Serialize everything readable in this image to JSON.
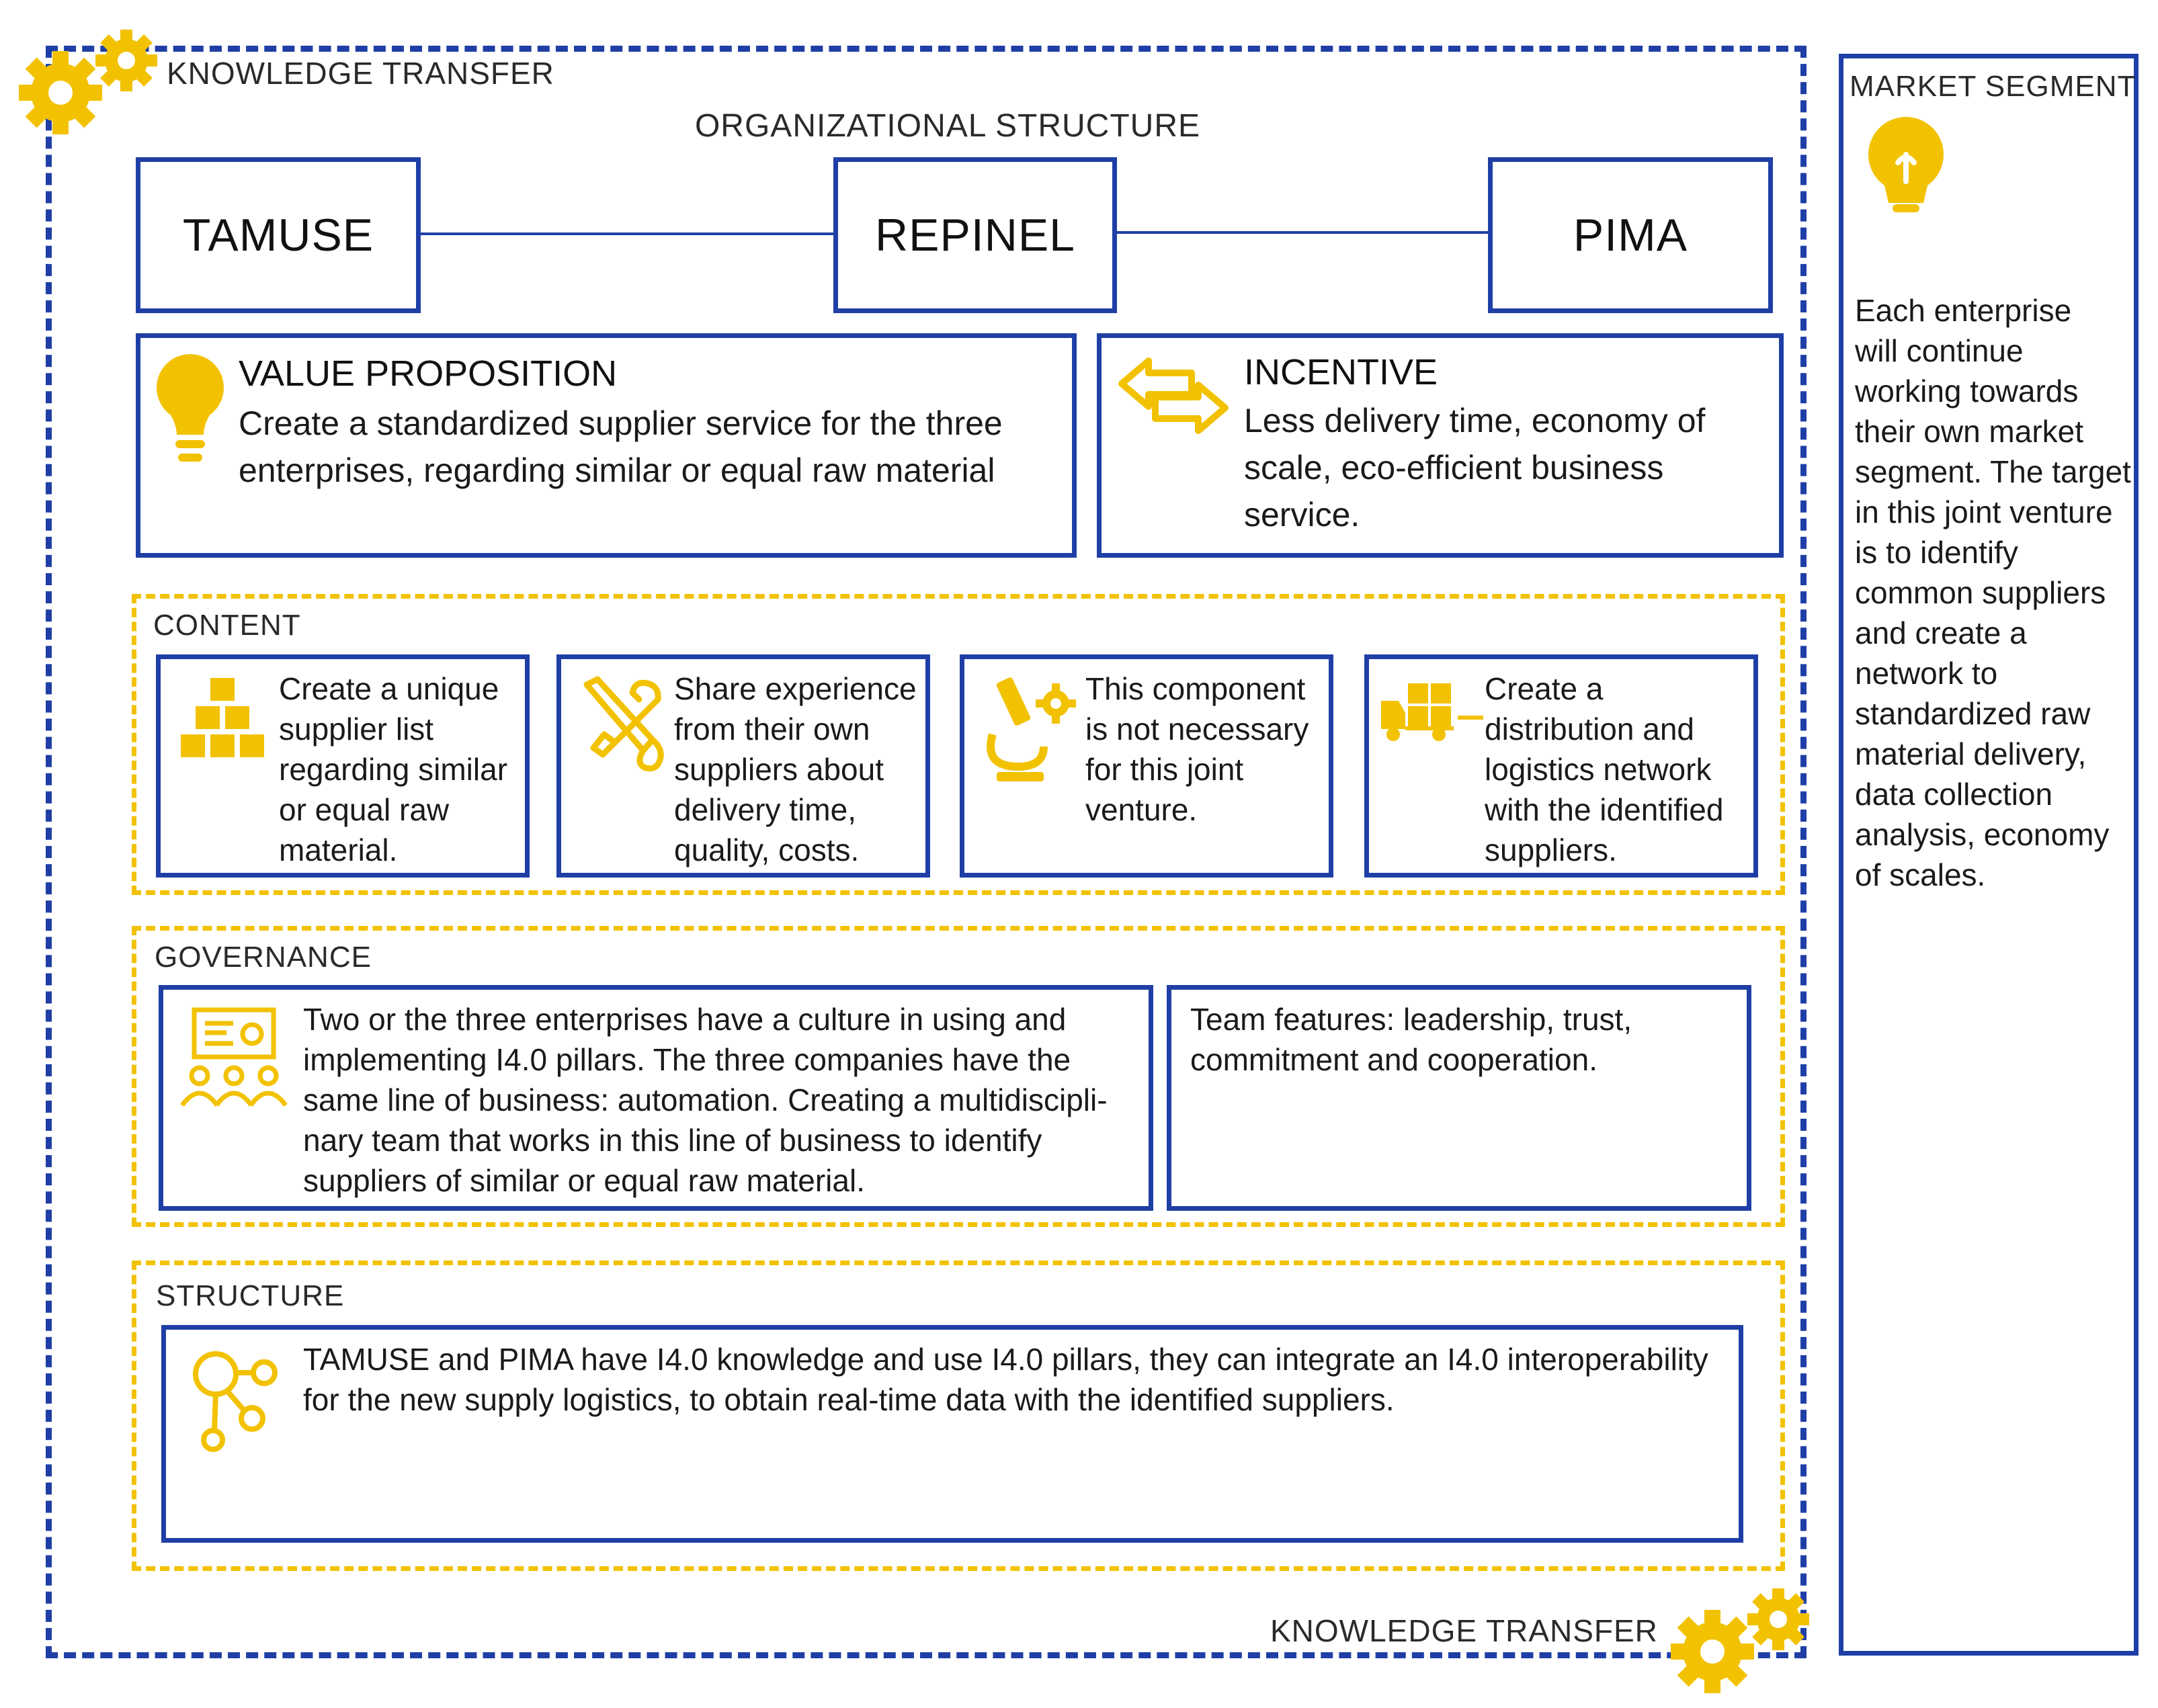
{
  "knowledge_transfer_top": "KNOWLEDGE TRANSFER",
  "knowledge_transfer_bottom": "KNOWLEDGE TRANSFER",
  "organizational_structure": {
    "title": "ORGANIZATIONAL STRUCTURE",
    "enterprises": [
      "TAMUSE",
      "REPINEL",
      "PIMA"
    ]
  },
  "value_proposition": {
    "title": "VALUE PROPOSITION",
    "lines": [
      "Create a standardized supplier service for the three",
      "enterprises, regarding similar or equal raw material"
    ]
  },
  "incentive": {
    "title": "INCENTIVE",
    "lines": [
      "Less delivery time, economy of",
      "scale, eco-efficient business",
      "service."
    ]
  },
  "content": {
    "title": "CONTENT",
    "cards": [
      {
        "icon": "blocks-icon",
        "lines": [
          "Create a unique",
          "supplier list",
          "regarding similar",
          "or equal raw",
          "material."
        ]
      },
      {
        "icon": "tools-icon",
        "lines": [
          "Share experience",
          "from their own",
          "suppliers about",
          "delivery time,",
          "quality, costs."
        ]
      },
      {
        "icon": "microscope-gear-icon",
        "lines": [
          "This component",
          "is not necessary",
          "for this joint",
          "venture."
        ]
      },
      {
        "icon": "delivery-truck-icon",
        "lines": [
          "Create a",
          "distribution and",
          "logistics network",
          "with the identified",
          "suppliers."
        ]
      }
    ]
  },
  "governance": {
    "title": "GOVERNANCE",
    "left_lines": [
      "Two or the three enterprises have a culture in using and",
      "implementing I4.0 pillars. The three companies have the",
      "same line of business: automation. Creating a multidiscipli-",
      "nary team that works in this line of business to identify",
      "suppliers of similar or equal raw material."
    ],
    "right_lines": [
      "Team features: leadership, trust,",
      "commitment and cooperation."
    ]
  },
  "structure": {
    "title": "STRUCTURE",
    "lines": [
      "TAMUSE and PIMA have I4.0 knowledge and use I4.0 pillars, they can integrate an I4.0 interoperability",
      "for the new supply logistics, to obtain real-time data with the identified suppliers."
    ]
  },
  "market_segment": {
    "title": "MARKET SEGMENT",
    "lines": [
      "Each enterprise",
      "will continue",
      "working towards",
      "their own market",
      "segment. The target",
      "in this joint venture",
      "is to identify",
      "common suppliers",
      "and create a",
      "network to",
      "standardized raw",
      "material delivery,",
      "data collection",
      "analysis, economy",
      "of scales."
    ]
  },
  "colors": {
    "blue": "#1f3fa6",
    "yellow": "#f2c200",
    "text": "#1a1a1a"
  }
}
